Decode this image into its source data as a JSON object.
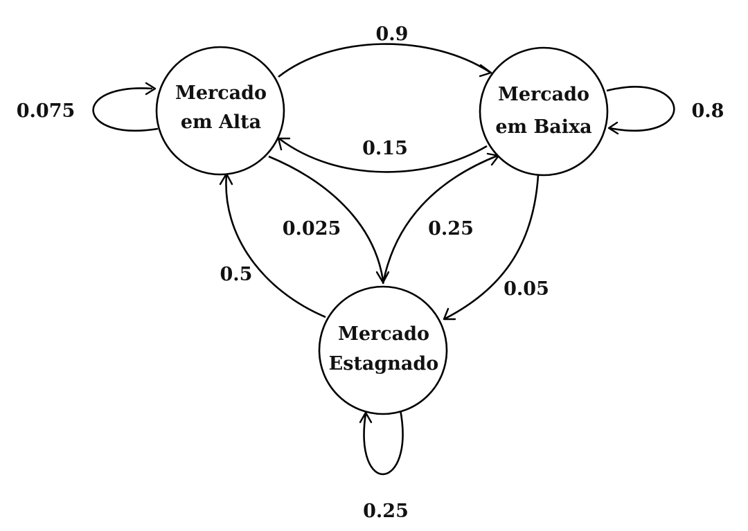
{
  "nodes": {
    "alta": {
      "line1": "Mercado",
      "line2": "em Alta"
    },
    "baixa": {
      "line1": "Mercado",
      "line2": "em Baixa"
    },
    "estagnado": {
      "line1": "Mercado",
      "line2": "Estagnado"
    }
  },
  "edges": {
    "alta_to_alta": "0.075",
    "alta_to_baixa": "0.9",
    "baixa_to_baixa": "0.8",
    "baixa_to_alta": "0.15",
    "alta_to_estagnado": "0.025",
    "estagnado_to_baixa": "0.25",
    "estagnado_to_alta": "0.5",
    "baixa_to_estagnado": "0.05",
    "estagnado_to_estagnado": "0.25"
  }
}
